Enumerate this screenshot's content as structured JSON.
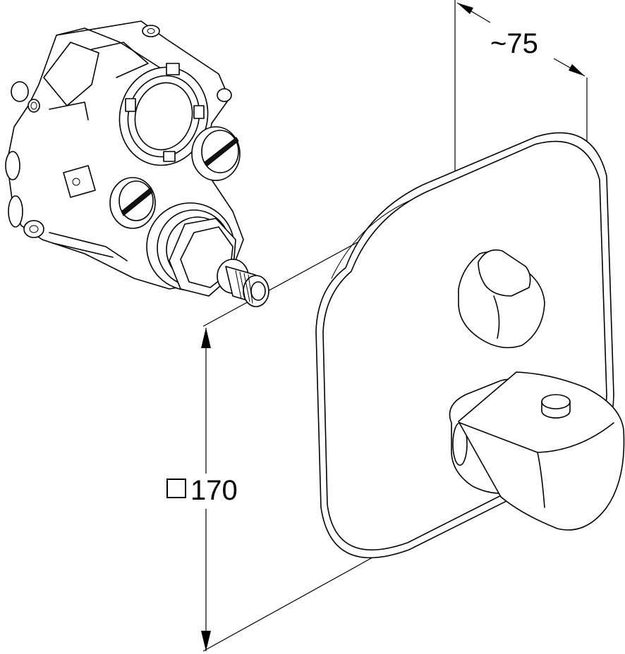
{
  "dimensions": {
    "depth": {
      "text": "~75"
    },
    "size": {
      "symbol": "square-symbol",
      "text": "170"
    }
  }
}
